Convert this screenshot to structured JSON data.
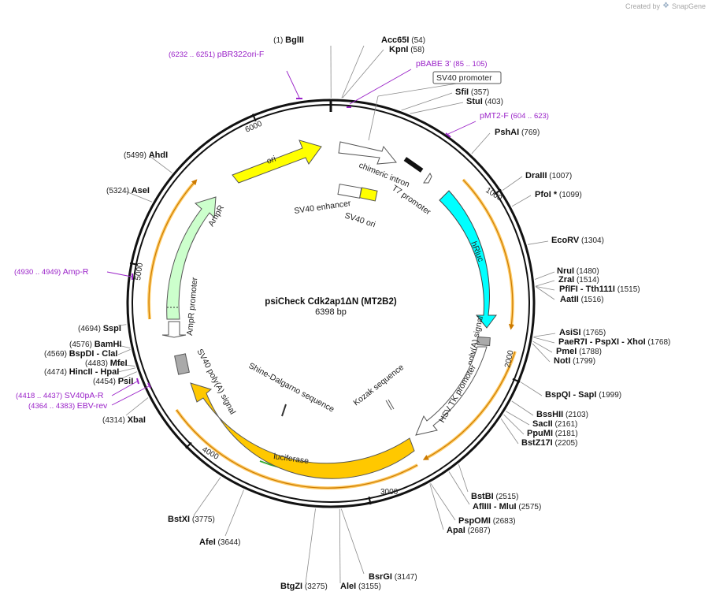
{
  "credit": {
    "prefix": "Created by",
    "brand": "SnapGene"
  },
  "plasmid": {
    "name": "psiCheck Cdk2ap1ΔN (MT2B2)",
    "size_label": "6398 bp",
    "length": 6398
  },
  "ticks": [
    {
      "pos": 1000,
      "label": "1000"
    },
    {
      "pos": 2000,
      "label": "2000"
    },
    {
      "pos": 3000,
      "label": "3000"
    },
    {
      "pos": 4000,
      "label": "4000"
    },
    {
      "pos": 5000,
      "label": "5000"
    },
    {
      "pos": 6000,
      "label": "6000"
    }
  ],
  "sites": [
    {
      "name": "BglII",
      "pos": "(1)"
    },
    {
      "name": "Acc65I",
      "pos": "(54)"
    },
    {
      "name": "KpnI",
      "pos": "(58)"
    },
    {
      "name": "SfiI",
      "pos": "(357)"
    },
    {
      "name": "StuI",
      "pos": "(403)"
    },
    {
      "name": "PshAI",
      "pos": "(769)"
    },
    {
      "name": "DraIII",
      "pos": "(1007)"
    },
    {
      "name": "PfoI *",
      "pos": "(1099)"
    },
    {
      "name": "EcoRV",
      "pos": "(1304)"
    },
    {
      "name": "NruI",
      "pos": "(1480)"
    },
    {
      "name": "ZraI",
      "pos": "(1514)"
    },
    {
      "name": "PflFI",
      "name2": "Tth111I",
      "pos": "(1515)"
    },
    {
      "name": "AatII",
      "pos": "(1516)"
    },
    {
      "name": "AsiSI",
      "pos": "(1765)"
    },
    {
      "name": "PaeR7I",
      "name2": "PspXI",
      "name3": "XhoI",
      "pos": "(1768)"
    },
    {
      "name": "PmeI",
      "pos": "(1788)"
    },
    {
      "name": "NotI",
      "pos": "(1799)"
    },
    {
      "name": "BspQI",
      "name2": "SapI",
      "pos": "(1999)"
    },
    {
      "name": "BssHII",
      "pos": "(2103)"
    },
    {
      "name": "SacII",
      "pos": "(2161)"
    },
    {
      "name": "PpuMI",
      "pos": "(2181)"
    },
    {
      "name": "BstZ17I",
      "pos": "(2205)"
    },
    {
      "name": "BstBI",
      "pos": "(2515)"
    },
    {
      "name": "AflIII",
      "name2": "MluI",
      "pos": "(2575)"
    },
    {
      "name": "PspOMI",
      "pos": "(2683)"
    },
    {
      "name": "ApaI",
      "pos": "(2687)"
    },
    {
      "name": "BsrGI",
      "pos": "(3147)"
    },
    {
      "name": "AleI",
      "pos": "(3155)"
    },
    {
      "name": "BtgZI",
      "pos": "(3275)"
    },
    {
      "name": "AfeI",
      "pos": "(3644)"
    },
    {
      "name": "BstXI",
      "pos": "(3775)"
    },
    {
      "name": "XbaI",
      "pos": "(4314)"
    },
    {
      "name": "PsiI",
      "pos": "(4454)"
    },
    {
      "name": "HincII",
      "name2": "HpaI",
      "pos": "(4474)"
    },
    {
      "name": "MfeI",
      "pos": "(4483)"
    },
    {
      "name": "BspDI",
      "name2": "ClaI",
      "pos": "(4569)"
    },
    {
      "name": "BamHI",
      "pos": "(4576)"
    },
    {
      "name": "SspI",
      "pos": "(4694)"
    },
    {
      "name": "AseI",
      "pos": "(5324)"
    },
    {
      "name": "AhdI",
      "pos": "(5499)"
    }
  ],
  "primers": [
    {
      "name": "pBR322ori-F",
      "range": "(6232 .. 6251)"
    },
    {
      "name": "pBABE 3'",
      "range": "(85 .. 105)"
    },
    {
      "name": "pMT2-F",
      "range": "(604 .. 623)"
    },
    {
      "name": "Amp-R",
      "range": "(4930 .. 4949)"
    },
    {
      "name": "SV40pA-R",
      "range": "(4418 .. 4437)"
    },
    {
      "name": "EBV-rev",
      "range": "(4364 .. 4383)"
    }
  ],
  "features": {
    "sv40_promoter": "SV40 promoter",
    "chimeric_intron": "chimeric intron",
    "t7_promoter": "T7 promoter",
    "sv40_enhancer": "SV40 enhancer",
    "sv40_ori": "SV40 ori",
    "hrluc": "hRluc",
    "polya": "poly(A) signal",
    "hsv_tk": "HSV TK promoter",
    "kozak": "Kozak sequence",
    "shine": "Shine-Dalgarno sequence",
    "luciferase": "luciferase",
    "sv40_polya": "SV40 poly(A) signal",
    "ampr_promoter": "AmpR promoter",
    "ampr": "AmpR",
    "ori": "ori"
  },
  "colors": {
    "primer": "#9a22c8",
    "ori": "#ffff00",
    "hrluc": "#00ffff",
    "luciferase": "#ffc800",
    "ampr": "#ccffcc",
    "orf_band": "#ffcc66",
    "orf_green": "#33aa33"
  }
}
